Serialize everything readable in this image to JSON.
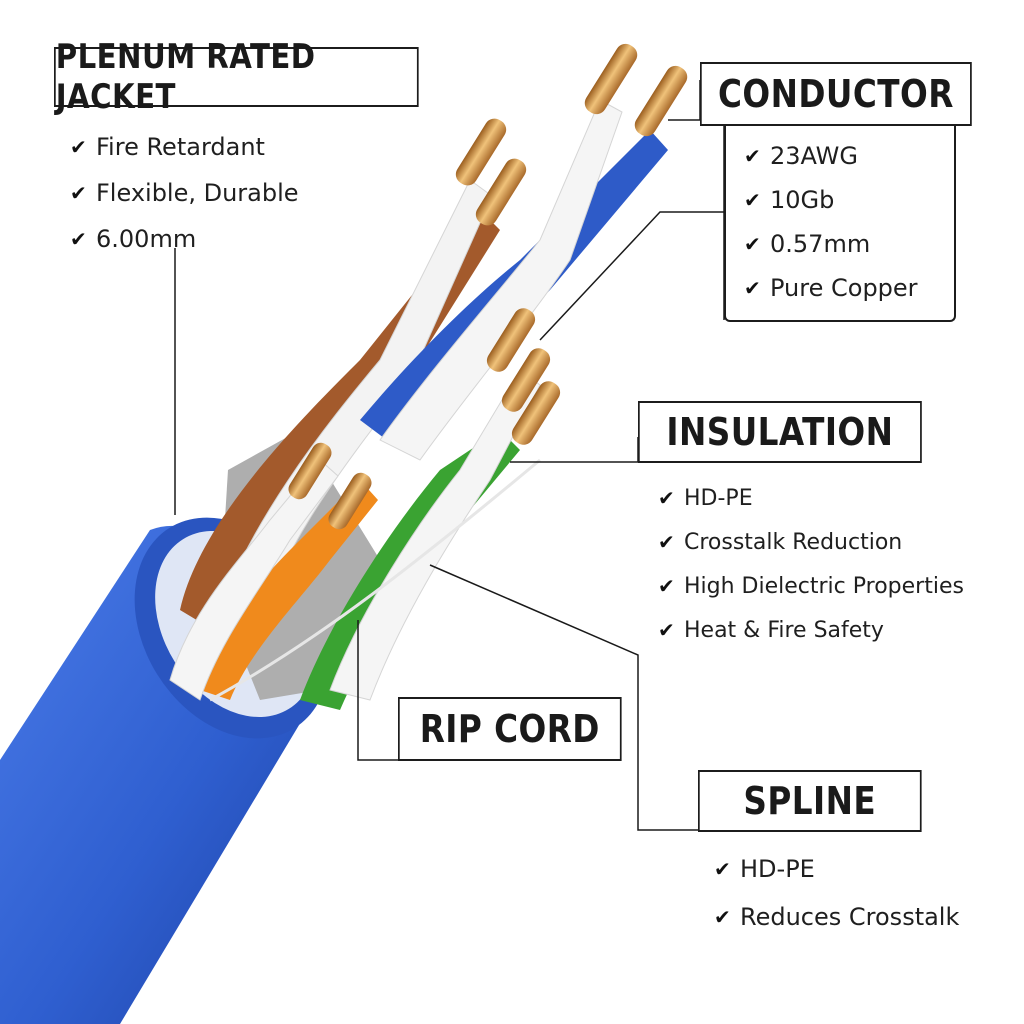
{
  "sections": {
    "jacket": {
      "title": "PLENUM RATED JACKET",
      "items": [
        "Fire Retardant",
        "Flexible, Durable",
        "6.00mm"
      ]
    },
    "conductor": {
      "title": "CONDUCTOR",
      "items": [
        "23AWG",
        "10Gb",
        "0.57mm",
        "Pure Copper"
      ]
    },
    "insulation": {
      "title": "INSULATION",
      "items": [
        "HD-PE",
        "Crosstalk Reduction",
        "High Dielectric Properties",
        "Heat & Fire Safety"
      ]
    },
    "rip_cord": {
      "title": "RIP CORD"
    },
    "spline": {
      "title": "SPLINE",
      "items": [
        "HD-PE",
        "Reduces Crosstalk"
      ]
    }
  },
  "check_glyph": "✔",
  "colors": {
    "jacket_blue": "#2f5fd0",
    "jacket_dark": "#1e43a8",
    "copper": "#c98a3c",
    "orange": "#f08a1c",
    "brown": "#a0562a",
    "green": "#3aa332",
    "blue_wire": "#2e5bc8",
    "white_wire": "#f2f2f2",
    "spline_gray": "#a9a9a9"
  }
}
